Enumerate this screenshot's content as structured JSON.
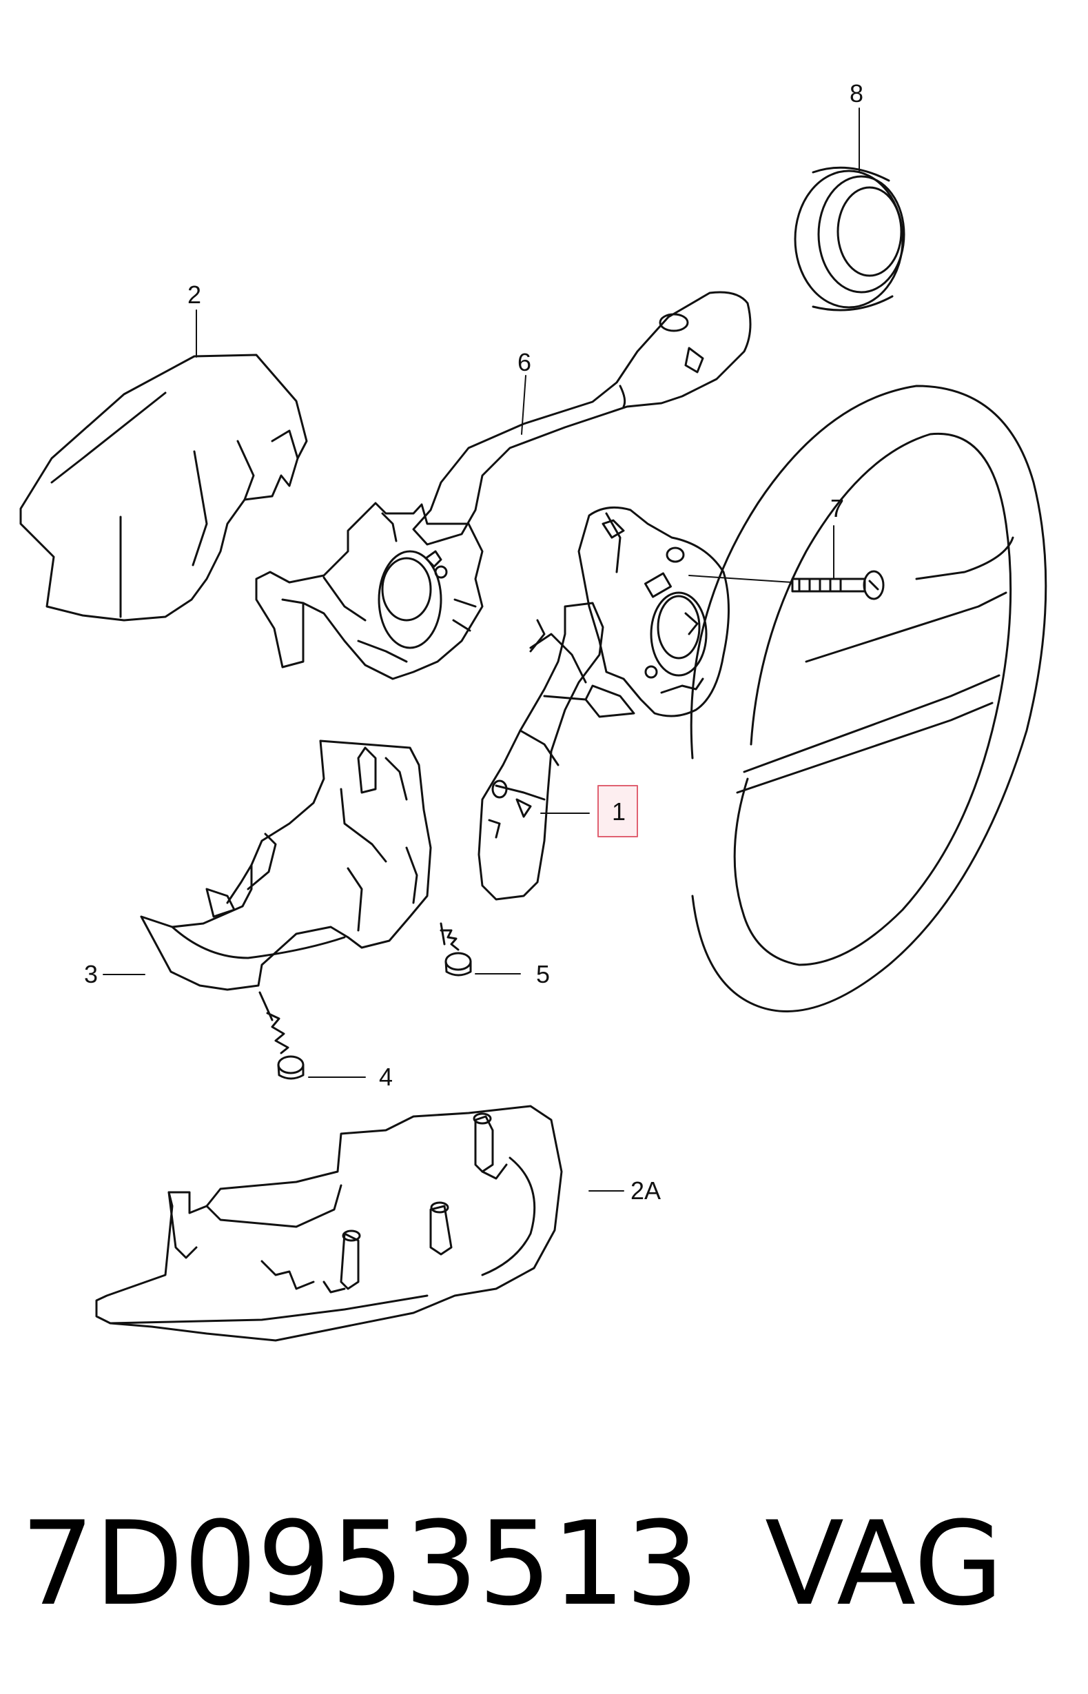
{
  "callouts": {
    "c1": "1",
    "c2": "2",
    "c2a": "2A",
    "c3": "3",
    "c4": "4",
    "c5": "5",
    "c6": "6",
    "c7": "7",
    "c8": "8"
  },
  "footer": {
    "part_number": "7D0953513",
    "brand": "VAG"
  },
  "colors": {
    "line": "#111111",
    "highlight_border": "#e06070",
    "highlight_fill": "#fdeef0"
  }
}
